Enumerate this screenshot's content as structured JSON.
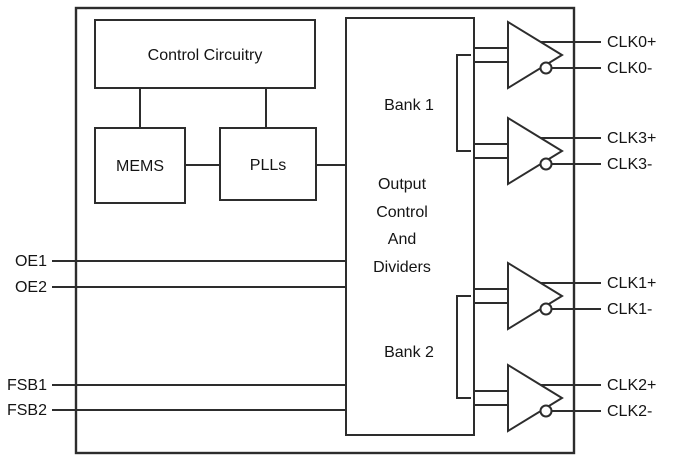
{
  "diagram": {
    "blocks": {
      "control_circuitry": "Control Circuitry",
      "mems": "MEMS",
      "plls": "PLLs",
      "output_control": [
        "Output",
        "Control",
        "And",
        "Dividers"
      ],
      "bank1": "Bank 1",
      "bank2": "Bank 2"
    },
    "inputs": [
      "OE1",
      "OE2",
      "FSB1",
      "FSB2"
    ],
    "outputs": [
      "CLK0+",
      "CLK0-",
      "CLK3+",
      "CLK3-",
      "CLK1+",
      "CLK1-",
      "CLK2+",
      "CLK2-"
    ],
    "colors": {
      "line": "#2d2d2d",
      "text": "#141414",
      "background": "#ffffff"
    }
  }
}
